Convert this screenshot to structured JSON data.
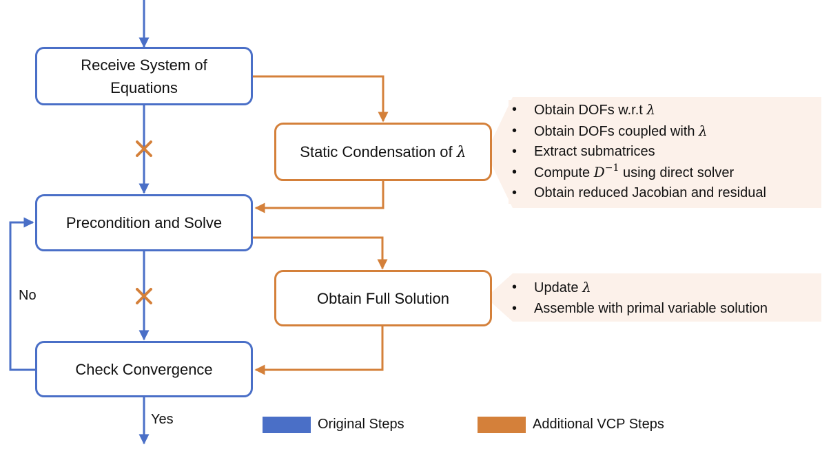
{
  "colors": {
    "original": "#4a6fc7",
    "additional": "#d4803a",
    "panel_fill": "#fcf1ea"
  },
  "nodes": {
    "receive": "Receive System of Equations",
    "static_condensation": {
      "prefix": "Static Condensation of ",
      "symbol": "λ"
    },
    "precondition": "Precondition and Solve",
    "full_solution": "Obtain Full Solution",
    "convergence": "Check Convergence"
  },
  "condensation_steps": {
    "obtain_dofs_wrt": {
      "prefix": "Obtain DOFs w.r.t ",
      "symbol": "λ"
    },
    "obtain_dofs_coupled": {
      "prefix": "Obtain DOFs coupled with ",
      "symbol": "λ"
    },
    "extract_submatrices": "Extract submatrices",
    "compute_inverse": {
      "prefix": "Compute ",
      "symbol": "D",
      "exponent": "−1",
      "suffix": " using direct solver"
    },
    "reduced_jacobian": "Obtain reduced Jacobian and residual"
  },
  "solution_steps": {
    "update": {
      "prefix": "Update ",
      "symbol": "λ"
    },
    "assemble": "Assemble with primal variable solution"
  },
  "edge_labels": {
    "no": "No",
    "yes": "Yes"
  },
  "legend": {
    "original": "Original Steps",
    "additional": "Additional VCP Steps"
  },
  "icons": {
    "skipped_marker": "cross-icon"
  }
}
